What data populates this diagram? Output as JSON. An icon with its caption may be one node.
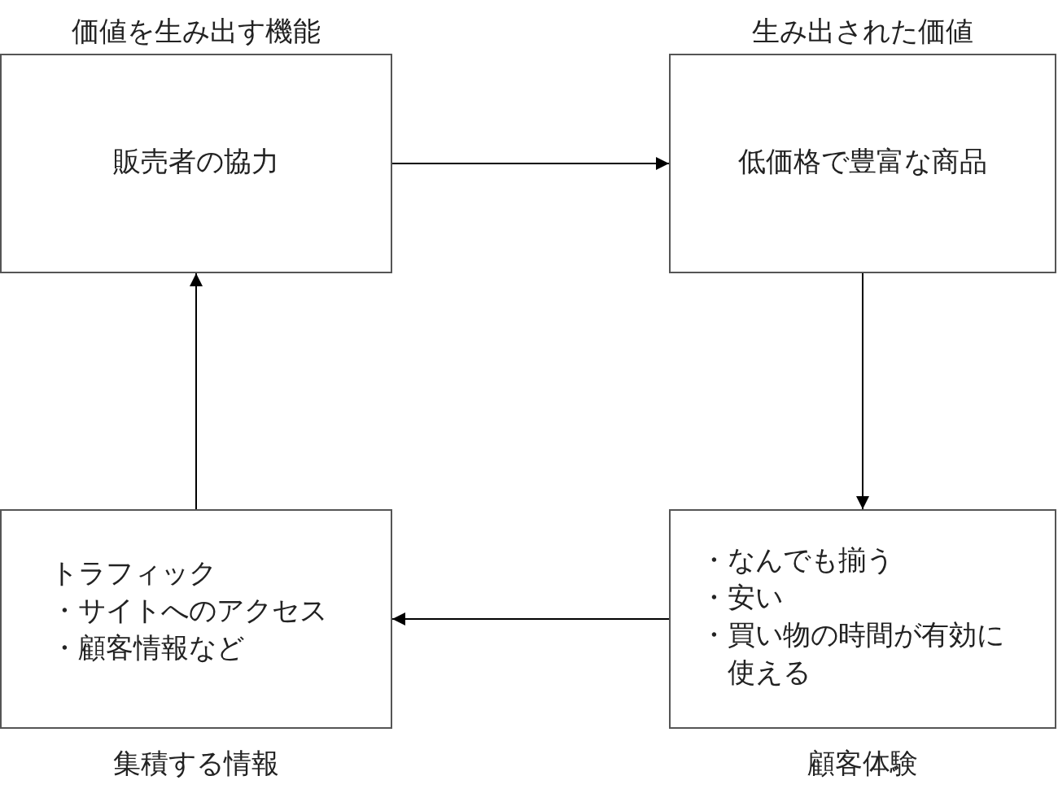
{
  "diagram": {
    "nodes": [
      {
        "text": [
          "価値を生み出す機能",
          "販売者の協力"
        ]
      },
      {
        "text": [
          "生み出された価値",
          "低価格で豊富な商品"
        ]
      },
      {
        "text": [
          "・なんでも揃う",
          "・安い",
          "・買い物の時間が有効に使える"
        ],
        "beside": [
          "顧客体験"
        ]
      },
      {
        "text": [
          "トラフィック",
          "・サイトへのアクセス",
          "・顧客情報など"
        ],
        "beside": [
          "集積する情報"
        ]
      }
    ],
    "edges": [
      {
        "from": 0,
        "to": 1,
        "arrow": "to"
      },
      {
        "from": 1,
        "to": 2,
        "arrow": "to"
      },
      {
        "from": 2,
        "to": 3,
        "arrow": "to"
      },
      {
        "from": 3,
        "to": 0,
        "arrow": "to"
      }
    ]
  }
}
